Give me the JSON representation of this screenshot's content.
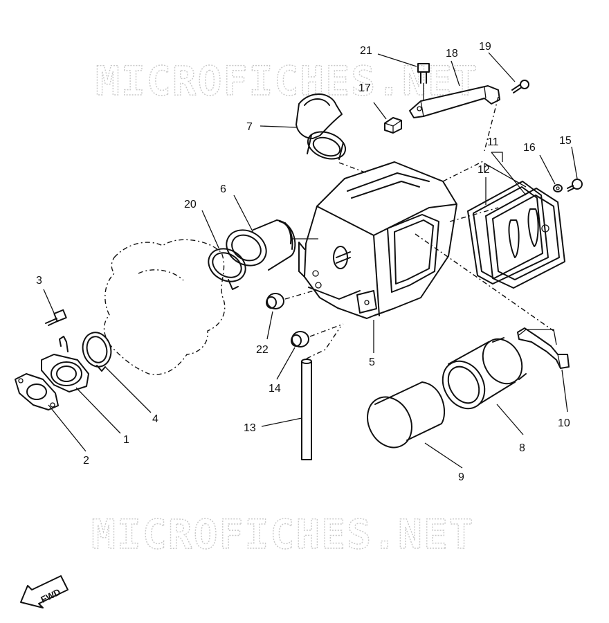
{
  "watermark": {
    "top": "MICROFICHES.NET",
    "bottom": "MICROFICHES.NET"
  },
  "direction_arrow": "FWD",
  "callouts": [
    {
      "id": "c1",
      "text": "1"
    },
    {
      "id": "c2",
      "text": "2"
    },
    {
      "id": "c3",
      "text": "3"
    },
    {
      "id": "c4",
      "text": "4"
    },
    {
      "id": "c5",
      "text": "5"
    },
    {
      "id": "c6",
      "text": "6"
    },
    {
      "id": "c7",
      "text": "7"
    },
    {
      "id": "c8",
      "text": "8"
    },
    {
      "id": "c9",
      "text": "9"
    },
    {
      "id": "c10",
      "text": "10"
    },
    {
      "id": "c11",
      "text": "11"
    },
    {
      "id": "c12",
      "text": "12"
    },
    {
      "id": "c13",
      "text": "13"
    },
    {
      "id": "c14",
      "text": "14"
    },
    {
      "id": "c15",
      "text": "15"
    },
    {
      "id": "c16",
      "text": "16"
    },
    {
      "id": "c17",
      "text": "17"
    },
    {
      "id": "c18",
      "text": "18"
    },
    {
      "id": "c19",
      "text": "19"
    },
    {
      "id": "c20",
      "text": "20"
    },
    {
      "id": "c21",
      "text": "21"
    },
    {
      "id": "c22",
      "text": "22"
    }
  ]
}
